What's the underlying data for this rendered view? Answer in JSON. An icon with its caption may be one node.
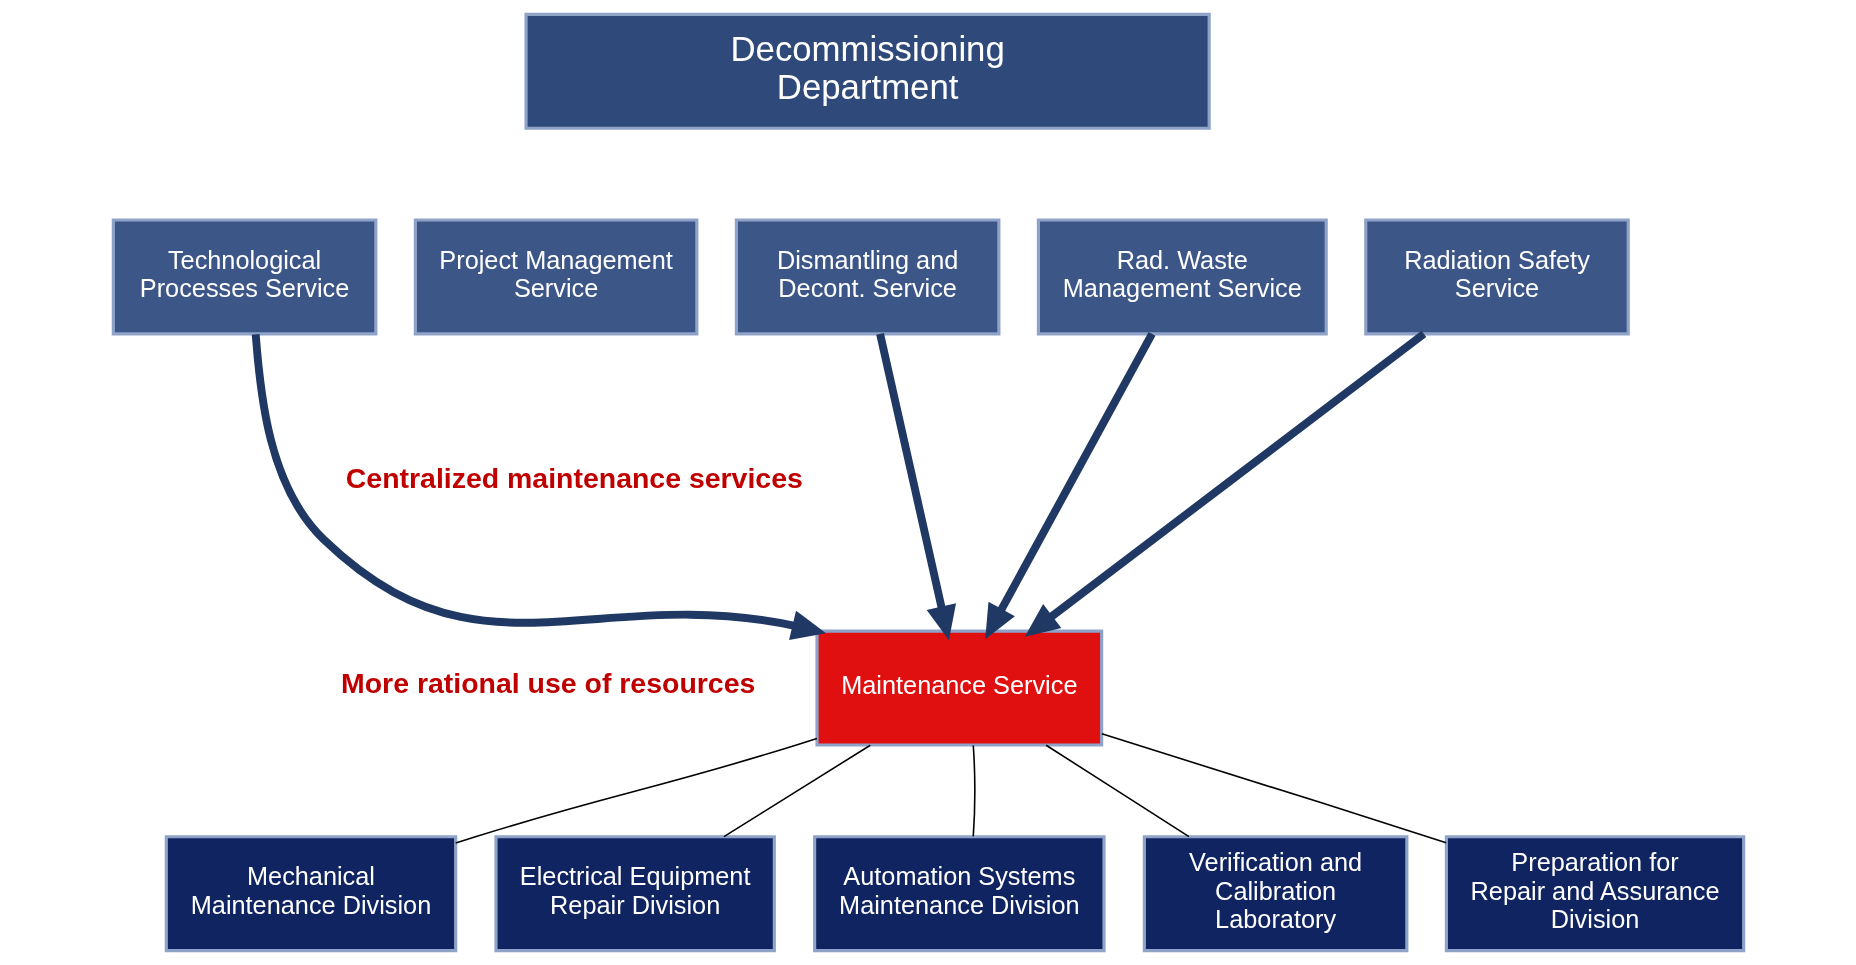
{
  "diagram": {
    "nodes": [
      {
        "text": [
          "Decommissioning Department"
        ]
      },
      {
        "text": [
          "Technological Processes Service"
        ]
      },
      {
        "text": [
          "Project Management Service"
        ]
      },
      {
        "text": [
          "Dismantling and Decont. Service"
        ]
      },
      {
        "text": [
          "Rad. Waste Management Service"
        ]
      },
      {
        "text": [
          "Radiation Safety Service"
        ]
      },
      {
        "text": [
          "Maintenance Service"
        ]
      },
      {
        "text": [
          "Mechanical Maintenance Division"
        ]
      },
      {
        "text": [
          "Electrical Equipment Repair Division"
        ]
      },
      {
        "text": [
          "Automation Systems Maintenance Division"
        ]
      },
      {
        "text": [
          "Verification and Calibration Laboratory"
        ]
      },
      {
        "text": [
          "Preparation for Repair and Assurance Division"
        ]
      }
    ],
    "edges": [
      {
        "from": 1,
        "to": 6,
        "arrow": "to",
        "style": "thick",
        "color": "#1f3864"
      },
      {
        "from": 3,
        "to": 6,
        "arrow": "to",
        "style": "thick",
        "color": "#1f3864"
      },
      {
        "from": 4,
        "to": 6,
        "arrow": "to",
        "style": "thick",
        "color": "#1f3864"
      },
      {
        "from": 5,
        "to": 6,
        "arrow": "to",
        "style": "thick",
        "color": "#1f3864"
      },
      {
        "from": 6,
        "to": 7,
        "arrow": "none"
      },
      {
        "from": 6,
        "to": 8,
        "arrow": "none"
      },
      {
        "from": 6,
        "to": 9,
        "arrow": "none"
      },
      {
        "from": 6,
        "to": 10,
        "arrow": "none"
      },
      {
        "from": 6,
        "to": 11,
        "arrow": "none"
      }
    ],
    "labels": [
      "Centralized maintenance services",
      "More rational use of resources"
    ]
  }
}
